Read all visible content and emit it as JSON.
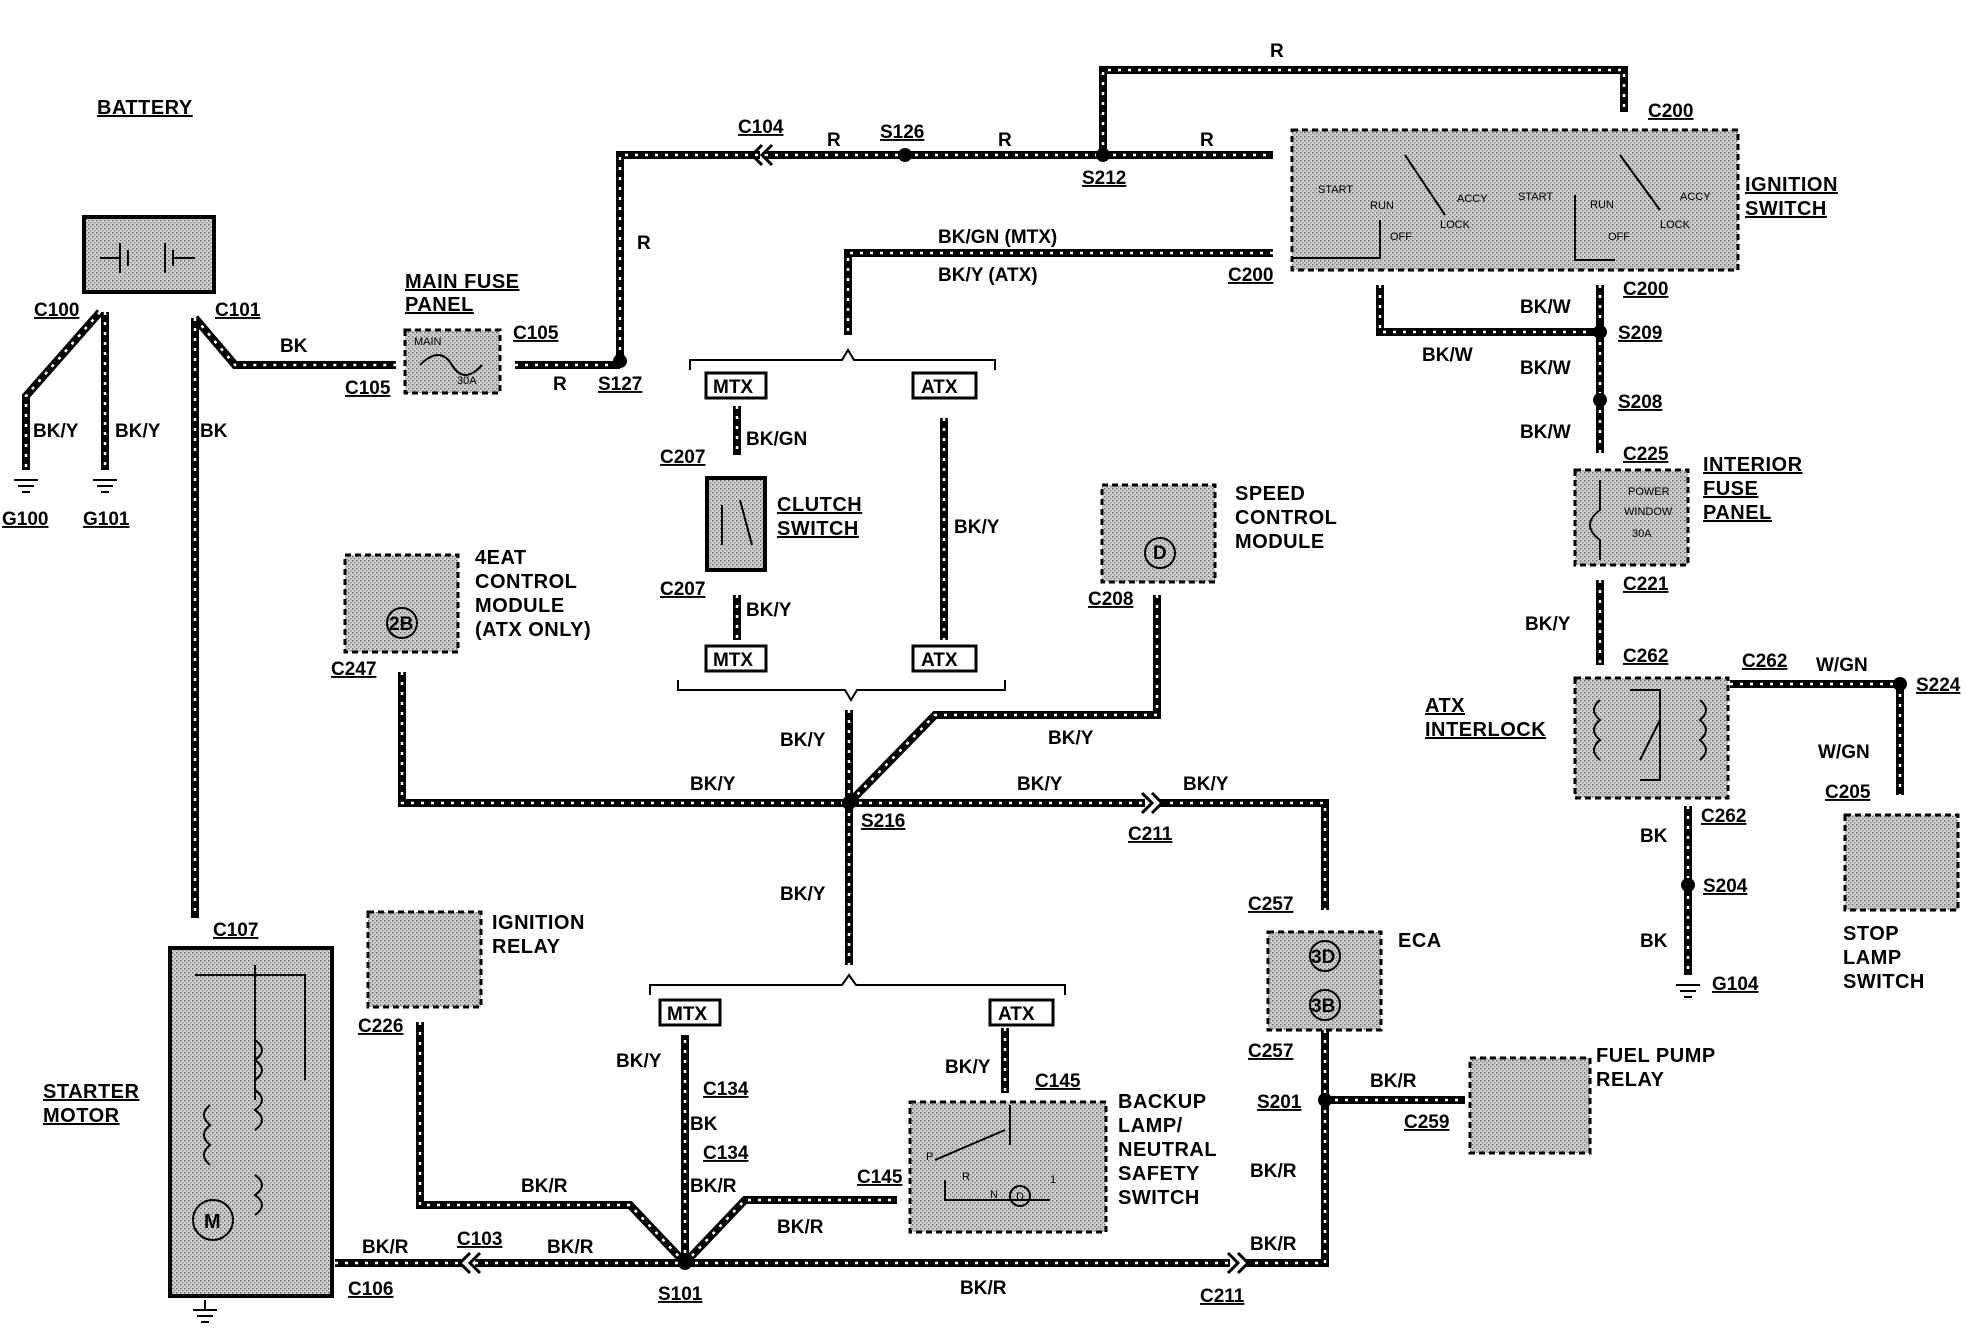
{
  "components": {
    "battery": "BATTERY",
    "main_fuse_panel": [
      "MAIN FUSE",
      "PANEL"
    ],
    "main_fuse_inner": [
      "MAIN",
      "30A"
    ],
    "ignition_switch": [
      "IGNITION",
      "SWITCH"
    ],
    "ignition_switch_positions_left": [
      "START",
      "RUN",
      "ACCY",
      "LOCK",
      "OFF"
    ],
    "ignition_switch_positions_right": [
      "START",
      "RUN",
      "ACCY",
      "LOCK",
      "OFF"
    ],
    "interior_fuse_panel": [
      "INTERIOR",
      "FUSE",
      "PANEL"
    ],
    "interior_fuse_inner": [
      "POWER",
      "WINDOW",
      "30A"
    ],
    "clutch_switch": [
      "CLUTCH",
      "SWITCH"
    ],
    "speed_control_module": [
      "SPEED",
      "CONTROL",
      "MODULE"
    ],
    "speed_control_badge": "D",
    "eat_module": [
      "4EAT",
      "CONTROL",
      "MODULE",
      "(ATX ONLY)"
    ],
    "eat_badge": "2B",
    "atx_interlock": [
      "ATX",
      "INTERLOCK"
    ],
    "stop_lamp_switch": [
      "STOP",
      "LAMP",
      "SWITCH"
    ],
    "ignition_relay": [
      "IGNITION",
      "RELAY"
    ],
    "eca": "ECA",
    "eca_badges": [
      "3D",
      "3B"
    ],
    "starter_motor": [
      "STARTER",
      "MOTOR"
    ],
    "starter_badge": "M",
    "fuel_pump_relay": [
      "FUEL PUMP",
      "RELAY"
    ],
    "backup_switch": [
      "BACKUP",
      "LAMP/",
      "NEUTRAL",
      "SAFETY",
      "SWITCH"
    ],
    "backup_switch_inner": [
      "P",
      "R",
      "N",
      "D",
      "1"
    ]
  },
  "connectors": {
    "c100": "C100",
    "c101": "C101",
    "c103": "C103",
    "c104": "C104",
    "c105a": "C105",
    "c105b": "C105",
    "c106": "C106",
    "c107": "C107",
    "c134a": "C134",
    "c134b": "C134",
    "c145a": "C145",
    "c145b": "C145",
    "c200a": "C200",
    "c200b": "C200",
    "c200c": "C200",
    "c205": "C205",
    "c207a": "C207",
    "c207b": "C207",
    "c208": "C208",
    "c211a": "C211",
    "c211b": "C211",
    "c221": "C221",
    "c225": "C225",
    "c226": "C226",
    "c247": "C247",
    "c257a": "C257",
    "c257b": "C257",
    "c259": "C259",
    "c262a": "C262",
    "c262b": "C262",
    "c262c": "C262"
  },
  "splices": {
    "s101": "S101",
    "s126": "S126",
    "s127": "S127",
    "s201": "S201",
    "s204": "S204",
    "s208": "S208",
    "s209": "S209",
    "s212": "S212",
    "s216": "S216",
    "s224": "S224"
  },
  "grounds": {
    "g100": "G100",
    "g101": "G101",
    "g104": "G104"
  },
  "options": {
    "mtx": "MTX",
    "atx": "ATX"
  },
  "wire_colors": {
    "r": "R",
    "bk": "BK",
    "bky": "BK/Y",
    "bkgn": "BK/GN",
    "bkw": "BK/W",
    "bkr": "BK/R",
    "wgn": "W/GN",
    "bkgn_mtx": "BK/GN (MTX)",
    "bky_atx": "BK/Y (ATX)"
  }
}
